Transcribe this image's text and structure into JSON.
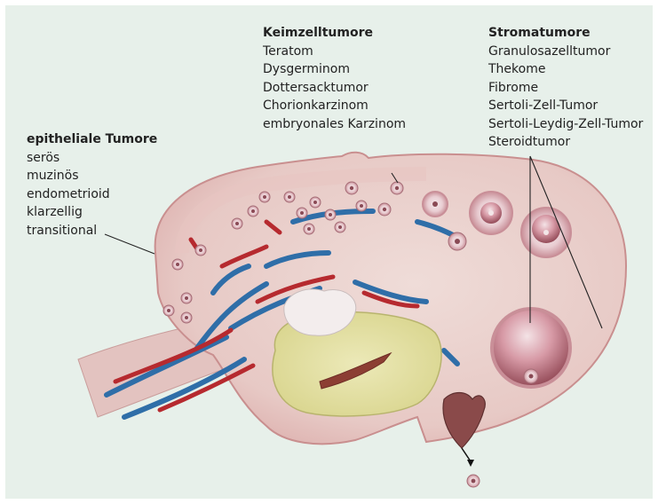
{
  "labels": {
    "epithelial": {
      "heading": "epitheliale Tumore",
      "items": [
        "serös",
        "muzinös",
        "endometrioid",
        "klarzellig",
        "transitional"
      ]
    },
    "germ_cell": {
      "heading": "Keimzelltumore",
      "items": [
        "Teratom",
        "Dysgerminom",
        "Dottersacktumor",
        "Chorionkarzinom",
        "embryonales Karzinom"
      ]
    },
    "stromal": {
      "heading": "Stromatumore",
      "items": [
        "Granulosazelltumor",
        "Thekome",
        "Fibrome",
        "Sertoli-Zell-Tumor",
        "Sertoli-Leydig-Zell-Tumor",
        "Steroidtumor"
      ]
    }
  },
  "colors": {
    "background": "#e7f0ea",
    "ovary_tissue": "#ead0cc",
    "cortex_edge": "#d8a9a6",
    "medulla_core": "#e4e2a2",
    "vessel_blue": "#2f6ea8",
    "vessel_red": "#b62a2f",
    "follicle": "#c98f98",
    "leader_line": "#222222"
  }
}
